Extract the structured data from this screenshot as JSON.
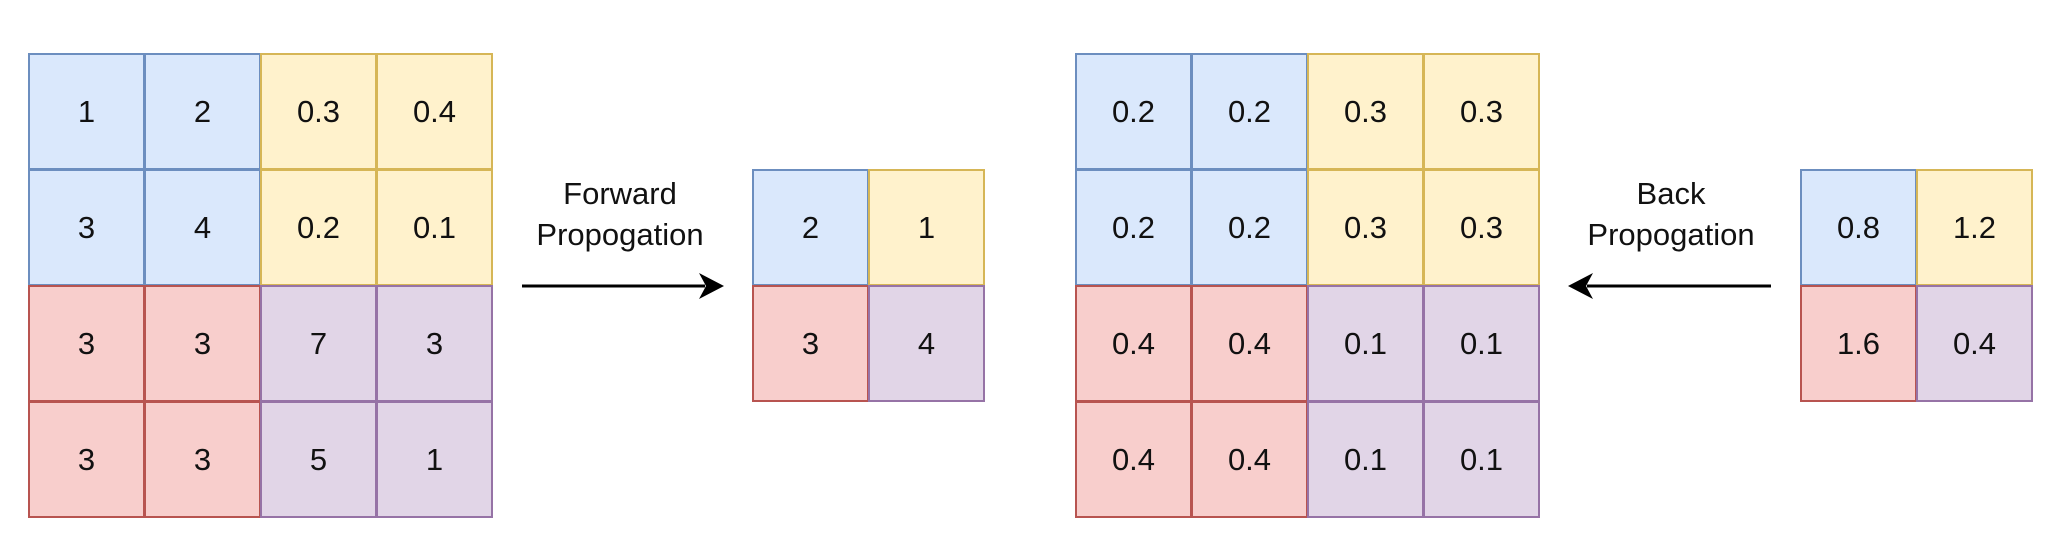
{
  "palette": {
    "blue": {
      "fill": "#dae8fc",
      "stroke": "#6c8ebf"
    },
    "yellow": {
      "fill": "#fff2cc",
      "stroke": "#d6b656"
    },
    "red": {
      "fill": "#f8cecc",
      "stroke": "#b85450"
    },
    "purple": {
      "fill": "#e1d5e7",
      "stroke": "#9673a6"
    }
  },
  "input_grid": [
    [
      {
        "v": "1",
        "c": "blue"
      },
      {
        "v": "2",
        "c": "blue"
      },
      {
        "v": "0.3",
        "c": "yellow"
      },
      {
        "v": "0.4",
        "c": "yellow"
      }
    ],
    [
      {
        "v": "3",
        "c": "blue"
      },
      {
        "v": "4",
        "c": "blue"
      },
      {
        "v": "0.2",
        "c": "yellow"
      },
      {
        "v": "0.1",
        "c": "yellow"
      }
    ],
    [
      {
        "v": "3",
        "c": "red"
      },
      {
        "v": "3",
        "c": "red"
      },
      {
        "v": "7",
        "c": "purple"
      },
      {
        "v": "3",
        "c": "purple"
      }
    ],
    [
      {
        "v": "3",
        "c": "red"
      },
      {
        "v": "3",
        "c": "red"
      },
      {
        "v": "5",
        "c": "purple"
      },
      {
        "v": "1",
        "c": "purple"
      }
    ]
  ],
  "forward_label": {
    "line1": "Forward",
    "line2": "Propogation"
  },
  "pooled_grid": [
    [
      {
        "v": "2",
        "c": "blue"
      },
      {
        "v": "1",
        "c": "yellow"
      }
    ],
    [
      {
        "v": "3",
        "c": "red"
      },
      {
        "v": "4",
        "c": "purple"
      }
    ]
  ],
  "gradient_grid": [
    [
      {
        "v": "0.2",
        "c": "blue"
      },
      {
        "v": "0.2",
        "c": "blue"
      },
      {
        "v": "0.3",
        "c": "yellow"
      },
      {
        "v": "0.3",
        "c": "yellow"
      }
    ],
    [
      {
        "v": "0.2",
        "c": "blue"
      },
      {
        "v": "0.2",
        "c": "blue"
      },
      {
        "v": "0.3",
        "c": "yellow"
      },
      {
        "v": "0.3",
        "c": "yellow"
      }
    ],
    [
      {
        "v": "0.4",
        "c": "red"
      },
      {
        "v": "0.4",
        "c": "red"
      },
      {
        "v": "0.1",
        "c": "purple"
      },
      {
        "v": "0.1",
        "c": "purple"
      }
    ],
    [
      {
        "v": "0.4",
        "c": "red"
      },
      {
        "v": "0.4",
        "c": "red"
      },
      {
        "v": "0.1",
        "c": "purple"
      },
      {
        "v": "0.1",
        "c": "purple"
      }
    ]
  ],
  "back_label": {
    "line1": "Back",
    "line2": "Propogation"
  },
  "upstream_grid": [
    [
      {
        "v": "0.8",
        "c": "blue"
      },
      {
        "v": "1.2",
        "c": "yellow"
      }
    ],
    [
      {
        "v": "1.6",
        "c": "red"
      },
      {
        "v": "0.4",
        "c": "purple"
      }
    ]
  ]
}
